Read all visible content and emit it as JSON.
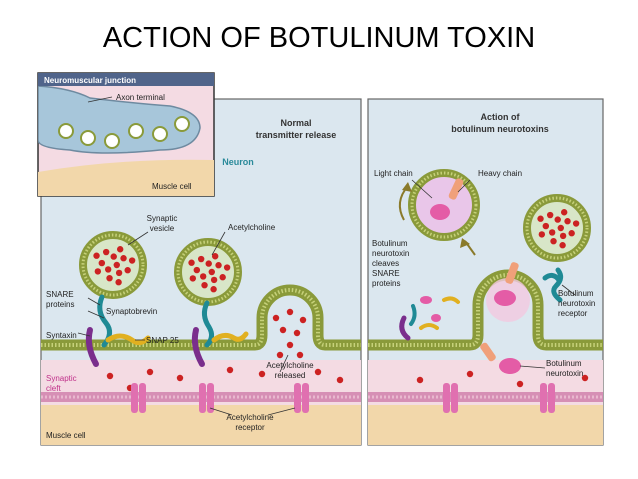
{
  "title": "ACTION OF BOTULINUM TOXIN",
  "inset": {
    "header": "Neuromuscular junction",
    "axon_label": "Axon terminal",
    "muscle_label": "Muscle cell"
  },
  "left_panel": {
    "heading_line1": "Normal",
    "heading_line2": "transmitter release",
    "neuron_label": "Neuron",
    "synaptic_vesicle_line1": "Synaptic",
    "synaptic_vesicle_line2": "vesicle",
    "acetylcholine": "Acetylcholine",
    "snare_line1": "SNARE",
    "snare_line2": "proteins",
    "synaptobrevin": "Synaptobrevin",
    "syntaxin": "Syntaxin",
    "snap25": "SNAP 25",
    "cleft_line1": "Synaptic",
    "cleft_line2": "cleft",
    "released_line1": "Acetylcholine",
    "released_line2": "released",
    "receptor_line1": "Acetylcholine",
    "receptor_line2": "receptor",
    "muscle_cell": "Muscle cell"
  },
  "right_panel": {
    "heading_line1": "Action of",
    "heading_line2": "botulinum neurotoxins",
    "light_chain": "Light chain",
    "heavy_chain": "Heavy chain",
    "cleaves_line1": "Botulinum",
    "cleaves_line2": "neurotoxin",
    "cleaves_line3": "cleaves",
    "cleaves_line4": "SNARE",
    "cleaves_line5": "proteins",
    "receptor_line1": "Botulinum",
    "receptor_line2": "neurotoxin",
    "receptor_line3": "receptor",
    "toxin_line1": "Botulinum",
    "toxin_line2": "neurotoxin"
  },
  "colors": {
    "neuron_bg": "#dbe7ef",
    "membrane": "#8a9a3a",
    "vesicle_fill": "#d8e6c8",
    "ach_dot": "#cc2222",
    "cleft": "#f4dbe3",
    "muscle": "#f2d7aa",
    "receptor": "#e070b0",
    "toxin": "#e45ca6",
    "snare_teal": "#1f8a95",
    "snare_purple": "#7a2e8c",
    "snare_yellow": "#e1b020",
    "label_teal": "#2a8a9a",
    "label_pink": "#c0308a"
  }
}
